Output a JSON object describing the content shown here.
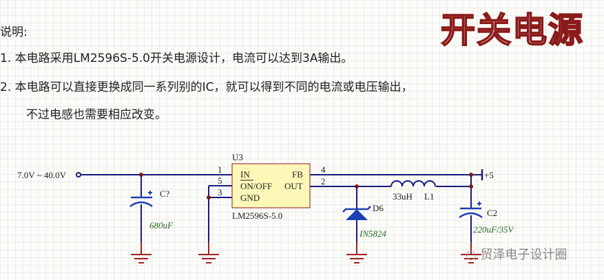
{
  "title": "开关电源",
  "notes": {
    "heading": "说明:",
    "line1": "1.  本电路采用LM2596S-5.0开关电源设计，电流可以达到3A输出。",
    "line2": "2.  本电路可以直接更换成同一系列别的IC，就可以得到不同的电流或电压输出，",
    "line3": "不过电感也需要相应改变。"
  },
  "schematic": {
    "input_label": "7.0V ~ 40.0V",
    "output_label": "+5",
    "u3": {
      "ref": "U3",
      "part": "LM2596S-5.0",
      "pins": {
        "in": "IN",
        "fb": "FB",
        "onoff": "ON/OFF",
        "out": "OUT",
        "gnd": "GND"
      },
      "pin_numbers": {
        "p1": "1",
        "p5": "5",
        "p3": "3",
        "p4": "4",
        "p2": "2"
      }
    },
    "c_in": {
      "ref": "C?",
      "value": "680uF"
    },
    "d6": {
      "ref": "D6",
      "value": "IN5824"
    },
    "l1": {
      "ref": "L1",
      "value": "33uH"
    },
    "c2": {
      "ref": "C2",
      "value": "220uF/35V"
    },
    "colors": {
      "wire": "#1a1a80",
      "ground": "#a02020",
      "chip": "#fdf8b8",
      "component": "#1f3fb0"
    }
  },
  "watermark": "贸泽电子设计圈"
}
